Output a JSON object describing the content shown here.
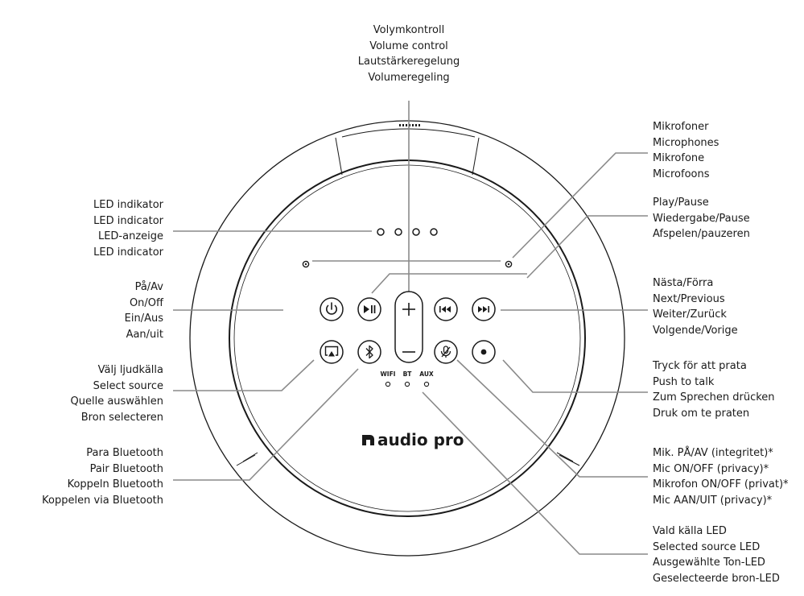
{
  "labels": {
    "volume": [
      "Volymkontroll",
      "Volume control",
      "Lautstärkeregelung",
      "Volumeregeling"
    ],
    "led_indicator": [
      "LED indikator",
      "LED indicator",
      "LED-anzeige",
      "LED indicator"
    ],
    "power": [
      "På/Av",
      "On/Off",
      "Ein/Aus",
      "Aan/uit"
    ],
    "select_source": [
      "Välj ljudkälla",
      "Select source",
      "Quelle auswählen",
      "Bron selecteren"
    ],
    "pair_bluetooth": [
      "Para Bluetooth",
      "Pair Bluetooth",
      "Koppeln Bluetooth",
      "Koppelen via Bluetooth"
    ],
    "microphones": [
      "Mikrofoner",
      "Microphones",
      "Mikrofone",
      "Microfoons"
    ],
    "play_pause": [
      "Play/Pause",
      "Wiedergabe/Pause",
      "Afspelen/pauzeren"
    ],
    "next_previous": [
      "Nästa/Förra",
      "Next/Previous",
      "Weiter/Zurück",
      "Volgende/Vorige"
    ],
    "push_to_talk": [
      "Tryck för att prata",
      "Push to talk",
      "Zum Sprechen drücken",
      "Druk om te praten"
    ],
    "mic_privacy": [
      "Mik. PÅ/AV (integritet)*",
      "Mic ON/OFF (privacy)*",
      "Mikrofon ON/OFF (privat)*",
      "Mic AAN/UIT (privacy)*"
    ],
    "selected_source_led": [
      "Vald källa LED",
      "Selected source LED",
      "Ausgewählte Ton-LED",
      "Geselecteerde bron-LED"
    ]
  },
  "source_leds": [
    "WIFI",
    "BT",
    "AUX"
  ],
  "brand": "audio pro",
  "colors": {
    "line": "#8a8a8a",
    "outline": "#1a1a1a"
  },
  "icons": [
    "power-icon",
    "play-pause-icon",
    "plus-icon",
    "minus-icon",
    "previous-icon",
    "next-icon",
    "source-icon",
    "bluetooth-icon",
    "mic-mute-icon",
    "talk-dot-icon",
    "brand-logo-icon"
  ]
}
